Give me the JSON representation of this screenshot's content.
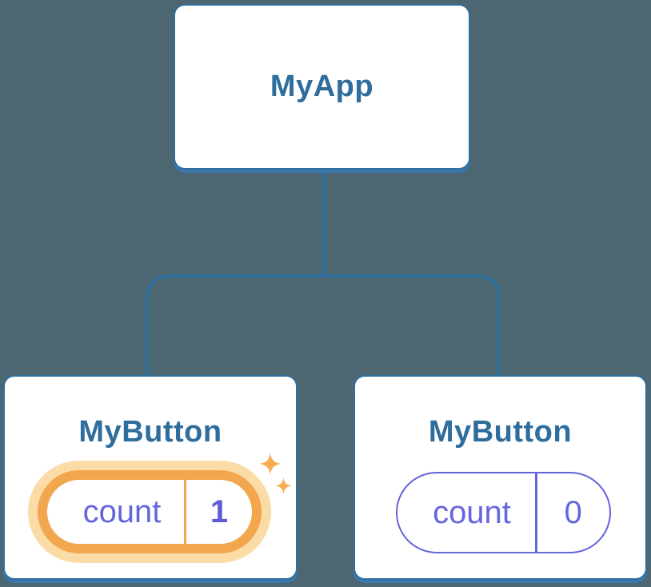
{
  "diagram": {
    "description": "React component tree with state pill",
    "root": {
      "title": "MyApp"
    },
    "children": [
      {
        "title": "MyButton",
        "state": {
          "label": "count",
          "value": "1"
        },
        "highlighted": true
      },
      {
        "title": "MyButton",
        "state": {
          "label": "count",
          "value": "0"
        },
        "highlighted": false
      }
    ]
  },
  "icons": {
    "sparkle_large": "sparkle-icon",
    "sparkle_small": "sparkle-icon"
  },
  "theme": {
    "background": "#4C6771",
    "card_bg": "#FFFFFF",
    "card_border": "#2F6F9E",
    "card_shadow": "#3A77AC",
    "title_text": "#2E6D9C",
    "connector": "#2E6F9E",
    "state_purple": "#6363DA",
    "state_label_purple": "#6566DE",
    "state_value_purple": "#5C5CD4",
    "highlight_orange": "#F2A74E",
    "highlight_halo": "#FBDBA6",
    "sparkle_orange": "#F6AC4F"
  }
}
